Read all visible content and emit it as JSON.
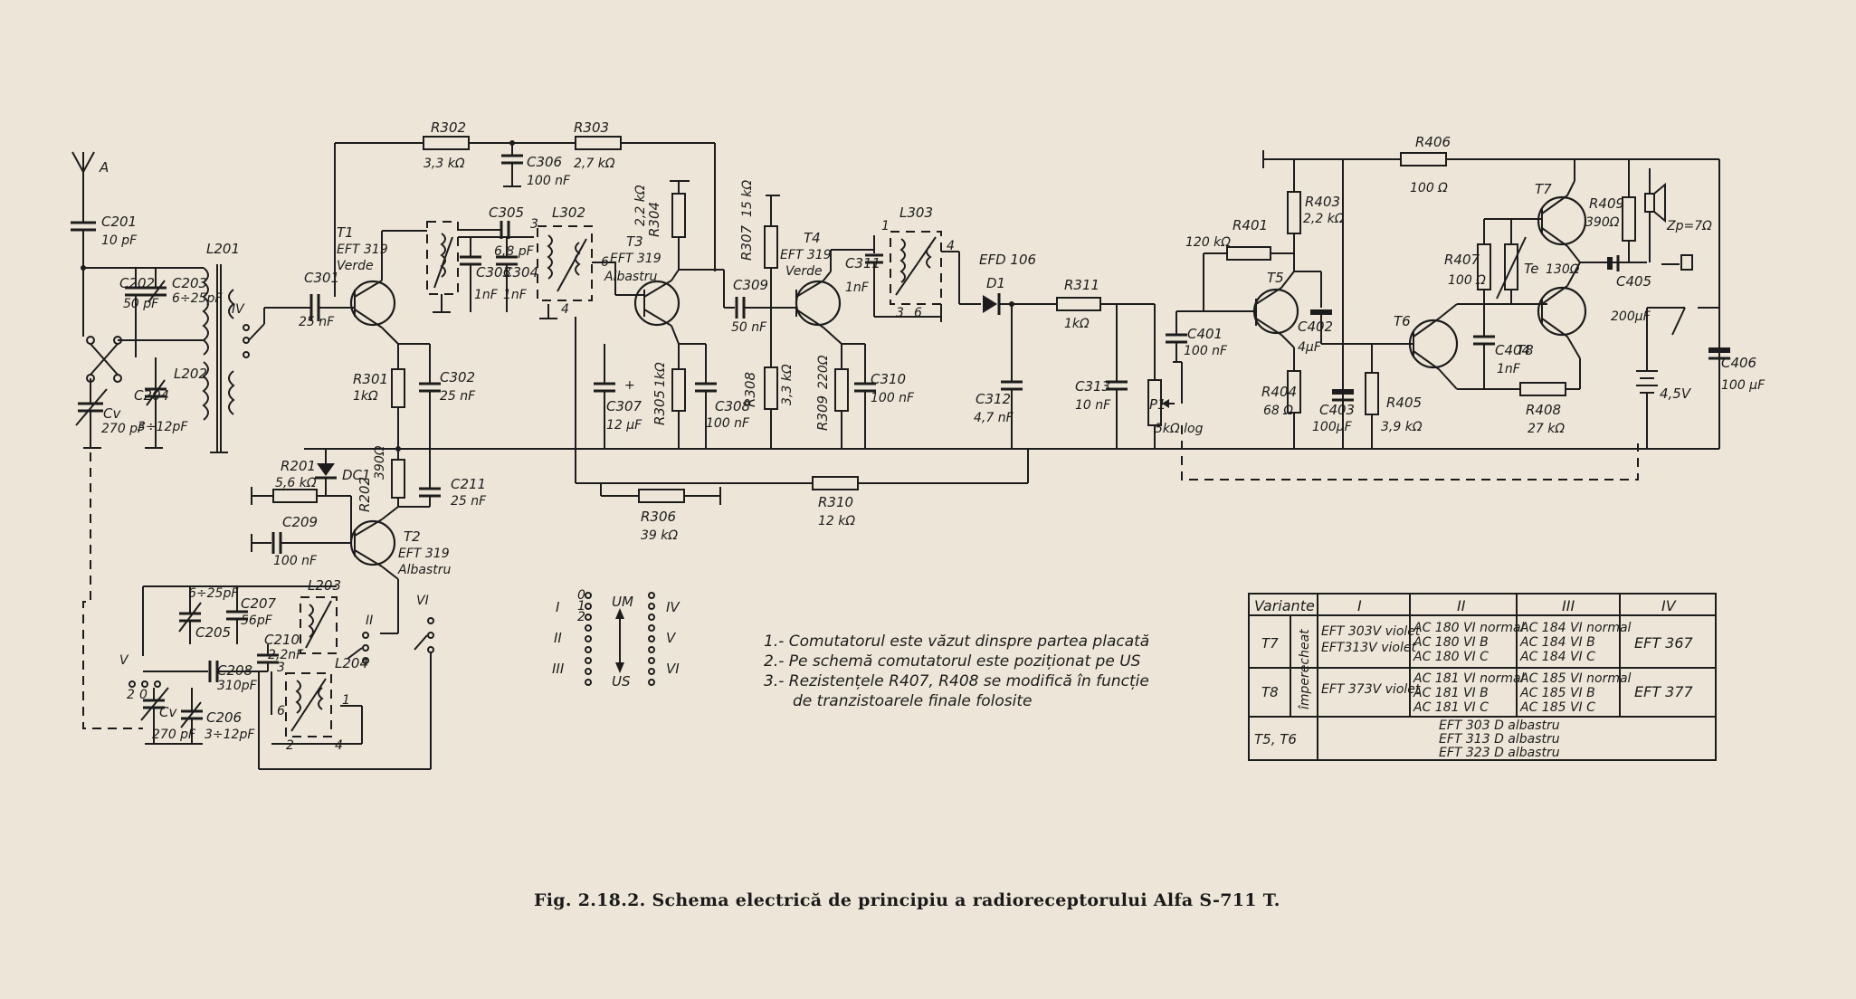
{
  "caption": "Fig. 2.18.2. Schema electrică de principiu a radioreceptorului Alfa S-711 T.",
  "components": {
    "antenna": "A",
    "C201": {
      "name": "C201",
      "value": "10 pF"
    },
    "C202": {
      "name": "C202",
      "value": "50 pF"
    },
    "C203": {
      "name": "C203",
      "value": "6÷25pF"
    },
    "C204": {
      "name": "C204",
      "value": "3÷12pF"
    },
    "Cv1": {
      "name": "Cv",
      "value": "270 pF"
    },
    "L201": {
      "name": "L201"
    },
    "L202": {
      "name": "L202"
    },
    "C301": {
      "name": "C301",
      "value": "25 nF"
    },
    "T1": {
      "name": "T1",
      "type": "EFT 319",
      "color": "Verde"
    },
    "R302": {
      "name": "R302",
      "value": "3,3 kΩ"
    },
    "R303": {
      "name": "R303",
      "value": "2,7 kΩ"
    },
    "C306": {
      "name": "C306",
      "value": "100 nF"
    },
    "C305": {
      "name": "C305",
      "value": "6,8 pF"
    },
    "L302": {
      "name": "L302"
    },
    "C303": {
      "name": "C303",
      "value": "1nF"
    },
    "C304": {
      "name": "C304",
      "value": "1nF"
    },
    "R301": {
      "name": "R301",
      "value": "1kΩ"
    },
    "C302": {
      "name": "C302",
      "value": "25 nF"
    },
    "R201": {
      "name": "R201",
      "value": "5,6 kΩ"
    },
    "DC1": {
      "name": "DC1"
    },
    "R202": {
      "name": "R202",
      "value": "390Ω"
    },
    "C211": {
      "name": "C211",
      "value": "25 nF"
    },
    "C209": {
      "name": "C209",
      "value": "100 nF"
    },
    "T2": {
      "name": "T2",
      "type": "EFT 319",
      "color": "Albastru"
    },
    "T3": {
      "name": "T3",
      "type": "EFT 319",
      "color": "Albastru"
    },
    "R304": {
      "name": "R304",
      "value": "2,2 kΩ"
    },
    "R305": {
      "name": "R305",
      "value": "1kΩ"
    },
    "C307": {
      "name": "C307",
      "value": "12 µF"
    },
    "C308": {
      "name": "C308",
      "value": "100 nF"
    },
    "C309": {
      "name": "C309",
      "value": "50 nF"
    },
    "R307": {
      "name": "R307",
      "value": "15 kΩ"
    },
    "R308": {
      "name": "R308",
      "value": "3,3 kΩ"
    },
    "T4": {
      "name": "T4",
      "type": "EFT 319",
      "color": "Verde"
    },
    "R309": {
      "name": "R309",
      "value": "220Ω"
    },
    "C310": {
      "name": "C310",
      "value": "100 nF"
    },
    "C311": {
      "name": "C311",
      "value": "1nF"
    },
    "L303": {
      "name": "L303"
    },
    "D1": {
      "name": "D1",
      "type": "EFD 106"
    },
    "R311": {
      "name": "R311",
      "value": "1kΩ"
    },
    "C312": {
      "name": "C312",
      "value": "4,7 nF"
    },
    "C313": {
      "name": "C313",
      "value": "10 nF"
    },
    "R306": {
      "name": "R306",
      "value": "39 kΩ"
    },
    "R310": {
      "name": "R310",
      "value": "12 kΩ"
    },
    "P1": {
      "name": "P1",
      "value": "5kΩ log"
    },
    "C401": {
      "name": "C401",
      "value": "100 nF"
    },
    "R401": {
      "name": "R401",
      "value": "120 kΩ"
    },
    "T5": {
      "name": "T5"
    },
    "R403": {
      "name": "R403",
      "value": "2,2 kΩ"
    },
    "C402": {
      "name": "C402",
      "value": "4µF"
    },
    "R404": {
      "name": "R404",
      "value": "68 Ω"
    },
    "C403": {
      "name": "C403",
      "value": "100µF"
    },
    "R405": {
      "name": "R405",
      "value": "3,9 kΩ"
    },
    "R406": {
      "name": "R406",
      "value": "100 Ω"
    },
    "T6": {
      "name": "T6"
    },
    "R407": {
      "name": "R407",
      "value": "100 Ω"
    },
    "Te": {
      "name": "Te",
      "value": "130Ω"
    },
    "C404": {
      "name": "C404",
      "value": "1nF"
    },
    "T7": {
      "name": "T7"
    },
    "T8": {
      "name": "T8"
    },
    "R409": {
      "name": "R409",
      "value": "390Ω"
    },
    "R408": {
      "name": "R408",
      "value": "27 kΩ"
    },
    "C405": {
      "name": "C405",
      "value": "200µF"
    },
    "C406": {
      "name": "C406",
      "value": "100 µF"
    },
    "speaker": {
      "value": "Zp=7Ω"
    },
    "battery": {
      "value": "4,5V"
    },
    "L203": {
      "name": "L203"
    },
    "L204": {
      "name": "L204"
    },
    "C205": {
      "name": "C205",
      "value": "6÷25pF"
    },
    "C207": {
      "name": "C207",
      "value": "56pF"
    },
    "C210": {
      "name": "C210",
      "value": "2,2nF"
    },
    "C208": {
      "name": "C208",
      "value": "310pF"
    },
    "Cv2": {
      "name": "Cv",
      "value": "270 pF"
    },
    "C206": {
      "name": "C206",
      "value": "3÷12pF"
    }
  },
  "switch_legend": {
    "bands_top": "UM",
    "bands_bottom": "US",
    "left_roman": [
      "I",
      "II",
      "III"
    ],
    "right_roman": [
      "IV",
      "V",
      "VI"
    ],
    "pins": [
      "0",
      "1",
      "2"
    ]
  },
  "notes": [
    "1.- Comutatorul este văzut dinspre partea placată",
    "2.- Pe schemă comutatorul este poziționat pe US",
    "3.- Rezistențele R407, R408 se modifică în funcție",
    "de tranzistoarele finale folosite"
  ],
  "variants_table": {
    "header": [
      "Variante",
      "I",
      "II",
      "III",
      "IV"
    ],
    "group_label": "împerecheat",
    "rows": [
      {
        "label": "T7",
        "I": [
          "EFT 303V violet",
          "EFT313V violet"
        ],
        "II": [
          "AC 180 VI normal",
          "AC 180 VI B",
          "AC 180 VI C"
        ],
        "III": [
          "AC 184 VI normal",
          "AC 184 VI B",
          "AC 184 VI C"
        ],
        "IV": "EFT 367"
      },
      {
        "label": "T8",
        "I": [
          "EFT 373V violet"
        ],
        "II": [
          "AC 181 VI normal",
          "AC 181 VI B",
          "AC 181 VI C"
        ],
        "III": [
          "AC 185 VI normal",
          "AC 185 VI B",
          "AC 185 VI C"
        ],
        "IV": "EFT 377"
      },
      {
        "label": "T5, T6",
        "merged": [
          "EFT 303 D  albastru",
          "EFT 313 D  albastru",
          "EFT 323 D  albastru"
        ]
      }
    ]
  }
}
